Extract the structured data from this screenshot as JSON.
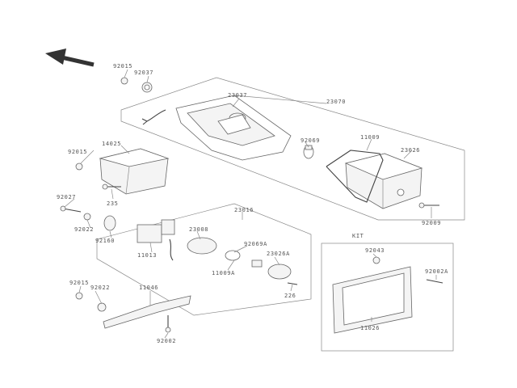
{
  "diagram": {
    "labels": {
      "l92015a": "92015",
      "l92037": "92037",
      "l23037": "23037",
      "l23070": "23070",
      "l14025": "14025",
      "l92015b": "92015",
      "l92069": "92069",
      "l11009": "11009",
      "l23026": "23026",
      "l92027": "92027",
      "l235": "235",
      "l92022": "92022",
      "l92160": "92160",
      "l92009": "92009",
      "l23016": "23016",
      "l23008": "23008",
      "l92069a": "92069A",
      "l23026a": "23026A",
      "l11013": "11013",
      "l11009a": "11009A",
      "l226": "226",
      "lkit": "KIT",
      "l92015c": "92015",
      "l92022b": "92022",
      "l11046": "11046",
      "l92002": "92002",
      "l92043": "92043",
      "l92002a": "92002A",
      "l11026": "11026"
    }
  }
}
